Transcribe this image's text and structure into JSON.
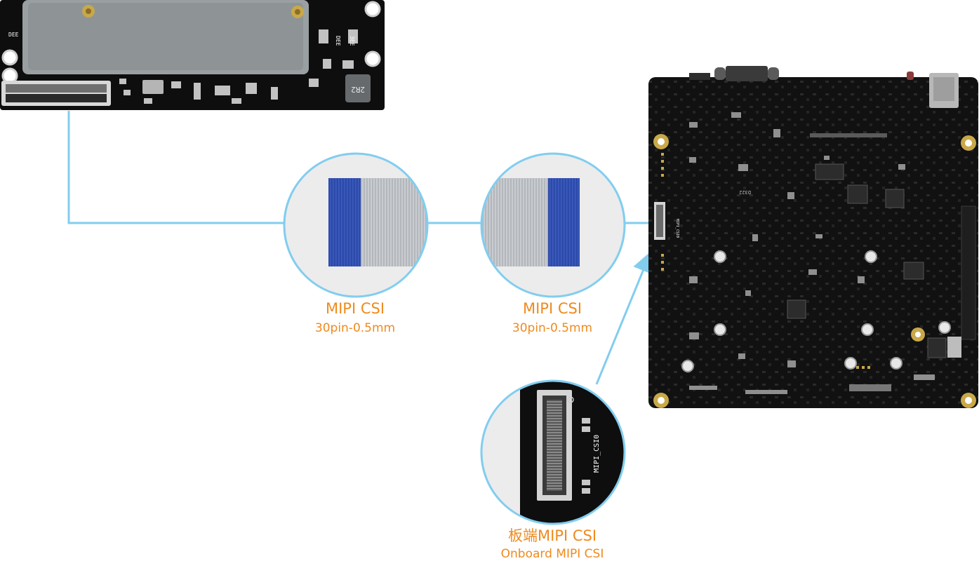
{
  "camera_module": {
    "silk_labels": [
      "DEE",
      "DEE",
      "3EE",
      "2R2"
    ]
  },
  "cable_left": {
    "title": "MIPI CSI",
    "subtitle": "30pin-0.5mm"
  },
  "cable_right": {
    "title": "MIPI CSI",
    "subtitle": "30pin-0.5mm"
  },
  "board": {
    "silk_labels": [
      "D322",
      "MIPI_CSI0"
    ]
  },
  "connector_zoom": {
    "silk_label": "MIPI_CSI0",
    "title": "板端MIPI CSI",
    "subtitle": "Onboard MIPI CSI"
  },
  "colors": {
    "connector_line": "#82cdef",
    "label_orange": "#ef8a1d",
    "pcb_black": "#0e0e0e",
    "ffc_blue": "#2c4aa8"
  }
}
